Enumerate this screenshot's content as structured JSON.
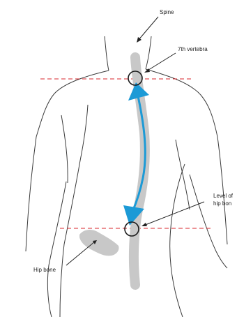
{
  "labels": {
    "spine": "Spine",
    "seventh_vertebra": "7th vertebra",
    "level_of_hip_line1": "Level of",
    "level_of_hip_line2": "hip bon",
    "hip_bone": "Hip bone"
  },
  "colors": {
    "outline": "#3a3a3a",
    "spine": "#c8c8c8",
    "hip_bone": "#c8c8c8",
    "arrow": "#1c9ad6",
    "reference_line": "#d9262b",
    "leader": "#222222"
  }
}
